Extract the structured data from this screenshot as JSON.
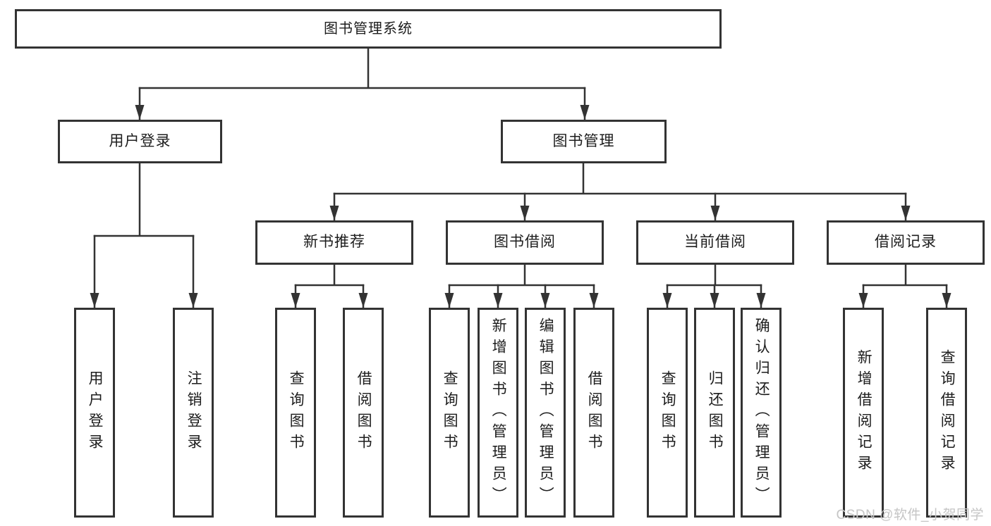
{
  "colors": {
    "line": "#333333",
    "text": "#1d1d1d",
    "watermark": "#c5c5c5",
    "background": "#ffffff"
  },
  "watermark": "CSDN @软件_小贺同学",
  "tree": {
    "label": "图书管理系统",
    "children": [
      {
        "label": "用户登录",
        "children": [
          {
            "label": "用户登录"
          },
          {
            "label": "注销登录"
          }
        ]
      },
      {
        "label": "图书管理",
        "children": [
          {
            "label": "新书推荐",
            "children": [
              {
                "label": "查询图书"
              },
              {
                "label": "借阅图书"
              }
            ]
          },
          {
            "label": "图书借阅",
            "children": [
              {
                "label": "查询图书"
              },
              {
                "label": "新增图书（管理员）"
              },
              {
                "label": "编辑图书（管理员）"
              },
              {
                "label": "借阅图书"
              }
            ]
          },
          {
            "label": "当前借阅",
            "children": [
              {
                "label": "查询图书"
              },
              {
                "label": "归还图书"
              },
              {
                "label": "确认归还（管理员）"
              }
            ]
          },
          {
            "label": "借阅记录",
            "children": [
              {
                "label": "新增借阅记录"
              },
              {
                "label": "查询借阅记录"
              }
            ]
          }
        ]
      }
    ]
  }
}
